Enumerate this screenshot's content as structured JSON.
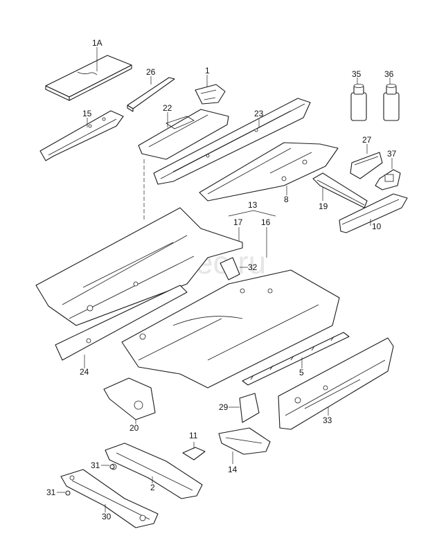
{
  "watermark": "vagtec.ru",
  "labels": {
    "p1A": "1A",
    "p26": "26",
    "p1": "1",
    "p35": "35",
    "p36": "36",
    "p15": "15",
    "p22": "22",
    "p23": "23",
    "p27": "27",
    "p37": "37",
    "p8": "8",
    "p19": "19",
    "p10": "10",
    "p13": "13",
    "p17": "17",
    "p16": "16",
    "p32": "32",
    "p24": "24",
    "p5": "5",
    "p20": "20",
    "p29": "29",
    "p33": "33",
    "p11": "11",
    "p14": "14",
    "p31a": "31",
    "p31b": "31",
    "p2": "2",
    "p30": "30"
  }
}
